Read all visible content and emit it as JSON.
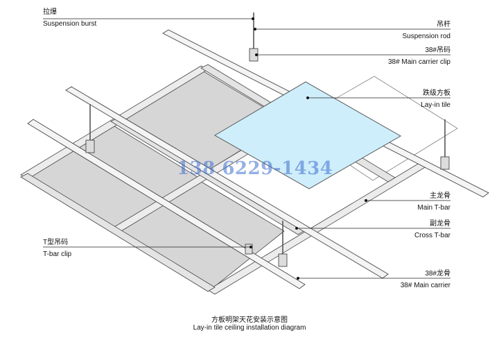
{
  "labels": {
    "suspension_burst": {
      "zh": "拉爆",
      "en": "Suspension burst"
    },
    "suspension_rod": {
      "zh": "吊杆",
      "en": "Suspension rod"
    },
    "main_carrier_clip": {
      "zh": "38#吊码",
      "en": "38# Main carrier clip"
    },
    "lay_in_tile": {
      "zh": "跌级方板",
      "en": "Lay-in tile"
    },
    "main_t_bar": {
      "zh": "主龙骨",
      "en": "Main T-bar"
    },
    "cross_t_bar": {
      "zh": "副龙骨",
      "en": "Cross T-bar"
    },
    "t_bar_clip": {
      "zh": "T型吊码",
      "en": "T-bar clip"
    },
    "main_carrier": {
      "zh": "38#龙骨",
      "en": "38# Main carrier"
    }
  },
  "watermark": "138 6229-1434",
  "caption": {
    "zh": "方板明架天花安装示意图",
    "en": "Lay-in tile ceiling installation diagram"
  },
  "colors": {
    "tile": "#cfeefb",
    "panel": "#d9d9d9",
    "rail": "#eeeeee",
    "line": "#333333"
  }
}
